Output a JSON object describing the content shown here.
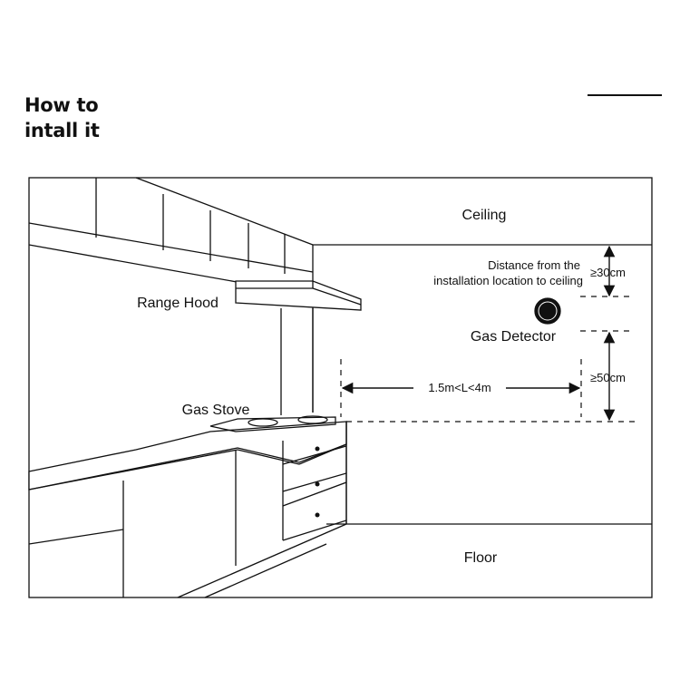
{
  "heading": {
    "line1": "How to",
    "line2": "intall it"
  },
  "labels": {
    "ceiling": "Ceiling",
    "floor": "Floor",
    "range_hood": "Range Hood",
    "gas_stove": "Gas Stove",
    "gas_detector": "Gas Detector",
    "distance_line1": "Distance from the",
    "distance_line2": "installation location to ceiling",
    "ceiling_gap": "≥30cm",
    "height_gap": "≥50cm",
    "horizontal_range": "1.5m<L<4m"
  },
  "colors": {
    "line": "#111111",
    "background": "#ffffff"
  }
}
